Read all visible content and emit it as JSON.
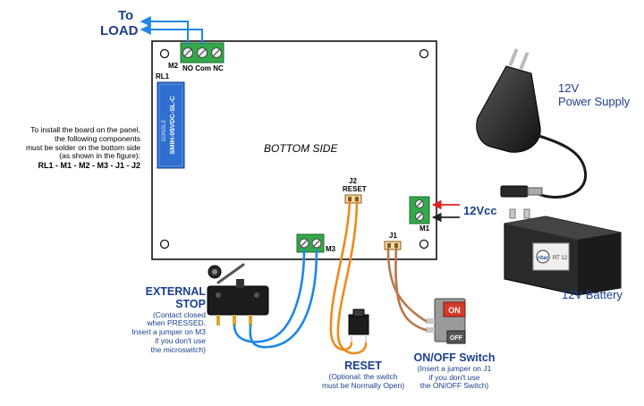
{
  "load": {
    "line1": "To",
    "line2": "LOAD"
  },
  "board": {
    "side_label": "BOTTOM SIDE",
    "m2_label": "M2",
    "m2_terminals": "NO Com NC",
    "rl1_label": "RL1",
    "relay_text1": "SMIH-05VDC-SL-C",
    "relay_text2": "SONGLE",
    "m3_label": "M3",
    "m1_label": "M1",
    "j2_label": "J2",
    "reset_header": "RESET",
    "j1_label": "J1"
  },
  "install_note": {
    "line1": "To install the board on the panel,",
    "line2": "the following components",
    "line3": "must be solder on the bottom side",
    "line4": "(as shown in the figure):",
    "line5": "RL1 - M1 - M2 - M3 - J1 - J2"
  },
  "power": {
    "line1": "12V",
    "line2": "Power Supply"
  },
  "vcc_label": "12Vcc",
  "battery": {
    "label": "12V Battery",
    "brand": "ritar",
    "model": "RT 12"
  },
  "external_stop": {
    "title1": "EXTERNAL",
    "title2": "STOP",
    "note1": "(Contact closed",
    "note2": "when PRESSED.",
    "note3": "Insert a jumper on M3",
    "note4": "if you don't use",
    "note5": "the microswitch)"
  },
  "reset": {
    "title": "RESET",
    "note1": "(Optional: the switch",
    "note2": "must be Normally Open)"
  },
  "onoff": {
    "title": "ON/OFF Switch",
    "note1": "(Insert a jumper on J1",
    "note2": "if you don't use",
    "note3": "the ON/OFF Switch)",
    "on_text": "ON",
    "off_text": "OFF"
  },
  "colors": {
    "wire_blue": "#1e88e5",
    "wire_orange": "#ef8a1e",
    "wire_brown": "#b8784a",
    "arrow_red": "#e02020",
    "text_blue": "#1b3f8f",
    "terminal_green": "#33a84a",
    "relay_blue": "#2f6fd0"
  }
}
